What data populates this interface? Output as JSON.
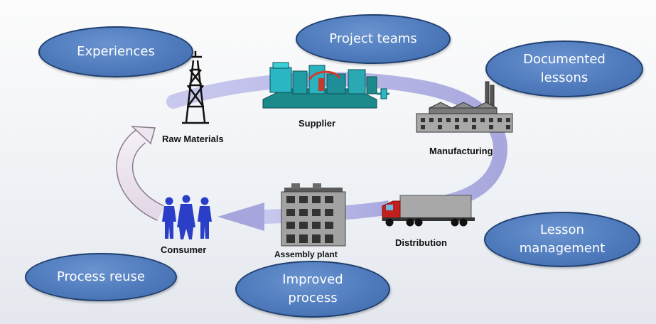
{
  "nodes": {
    "raw_materials": "Raw Materials",
    "supplier": "Supplier",
    "manufacturing": "Manufacturing",
    "distribution": "Distribution",
    "assembly_plant": "Assembly plant",
    "consumer": "Consumer"
  },
  "bubbles": {
    "experiences": "Experiences",
    "project_teams": "Project teams",
    "documented_lessons": "Documented\nlessons",
    "lesson_management": "Lesson\nmanagement",
    "process_reuse": "Process reuse",
    "improved_process": "Improved\nprocess"
  },
  "colors": {
    "bubble_fill": "#4f7bbd",
    "bubble_border": "#1f3f6e",
    "cycle_arrow": "#b9b9e6",
    "return_arrow": "#ede6f0"
  },
  "icons": [
    "oil-derrick-icon",
    "supplier-plant-icon",
    "factory-icon",
    "truck-icon",
    "assembly-building-icon",
    "consumer-people-icon"
  ]
}
